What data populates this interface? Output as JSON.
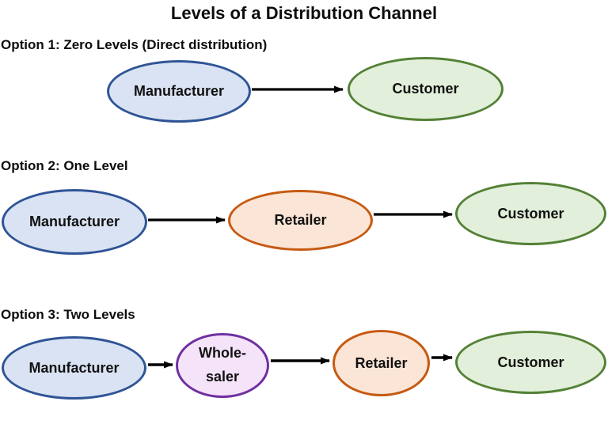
{
  "title": "Levels of a Distribution Channel",
  "colors": {
    "manufacturer_fill": "#dae3f3",
    "manufacturer_border": "#2f5496",
    "customer_fill": "#e2efda",
    "customer_border": "#538135",
    "retailer_fill": "#fbe5d6",
    "retailer_border": "#c55a11",
    "wholesaler_fill": "#f5e3fa",
    "wholesaler_border": "#7030a0",
    "arrow": "#000000",
    "text": "#0d0d0d",
    "background": "#ffffff"
  },
  "sections": [
    {
      "heading": "Option 1: Zero Levels (Direct distribution)",
      "nodes": [
        {
          "label": "Manufacturer",
          "color": "blue"
        },
        {
          "label": "Customer",
          "color": "green"
        }
      ],
      "flow": "Manufacturer -> Customer"
    },
    {
      "heading": "Option 2: One Level",
      "nodes": [
        {
          "label": "Manufacturer",
          "color": "blue"
        },
        {
          "label": "Retailer",
          "color": "orange"
        },
        {
          "label": "Customer",
          "color": "green"
        }
      ],
      "flow": "Manufacturer -> Retailer -> Customer"
    },
    {
      "heading": "Option 3: Two Levels",
      "nodes": [
        {
          "label": "Manufacturer",
          "color": "blue"
        },
        {
          "label_line1": "Whole-",
          "label_line2": "saler",
          "color": "purple"
        },
        {
          "label": "Retailer",
          "color": "orange"
        },
        {
          "label": "Customer",
          "color": "green"
        }
      ],
      "flow": "Manufacturer -> Wholesaler -> Retailer -> Customer"
    }
  ]
}
